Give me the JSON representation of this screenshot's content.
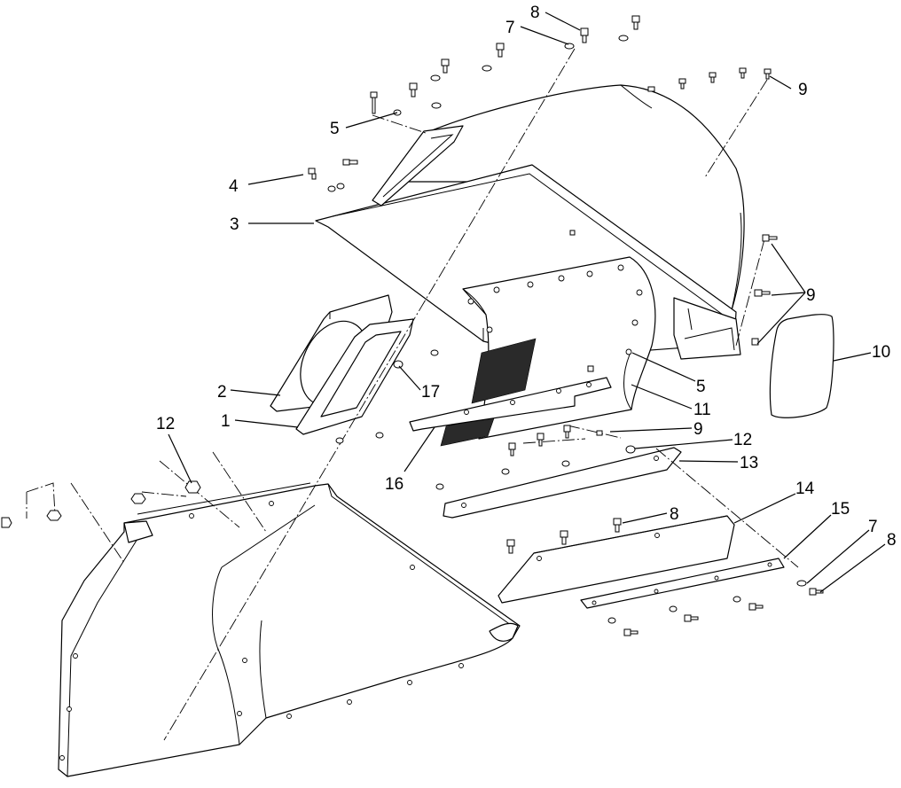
{
  "callouts": [
    {
      "id": "c8a",
      "text": "8"
    },
    {
      "id": "c7a",
      "text": "7"
    },
    {
      "id": "c9a",
      "text": "9"
    },
    {
      "id": "c5a",
      "text": "5"
    },
    {
      "id": "c4",
      "text": "4"
    },
    {
      "id": "c3",
      "text": "3"
    },
    {
      "id": "c9b",
      "text": "9"
    },
    {
      "id": "c10",
      "text": "10"
    },
    {
      "id": "c2",
      "text": "2"
    },
    {
      "id": "c17",
      "text": "17"
    },
    {
      "id": "c5b",
      "text": "5"
    },
    {
      "id": "c11",
      "text": "11"
    },
    {
      "id": "c1",
      "text": "1"
    },
    {
      "id": "c12a",
      "text": "12"
    },
    {
      "id": "c9c",
      "text": "9"
    },
    {
      "id": "c12b",
      "text": "12"
    },
    {
      "id": "c13",
      "text": "13"
    },
    {
      "id": "c16",
      "text": "16"
    },
    {
      "id": "c14",
      "text": "14"
    },
    {
      "id": "c8b",
      "text": "8"
    },
    {
      "id": "c15",
      "text": "15"
    },
    {
      "id": "c7b",
      "text": "7"
    },
    {
      "id": "c8c",
      "text": "8"
    }
  ]
}
